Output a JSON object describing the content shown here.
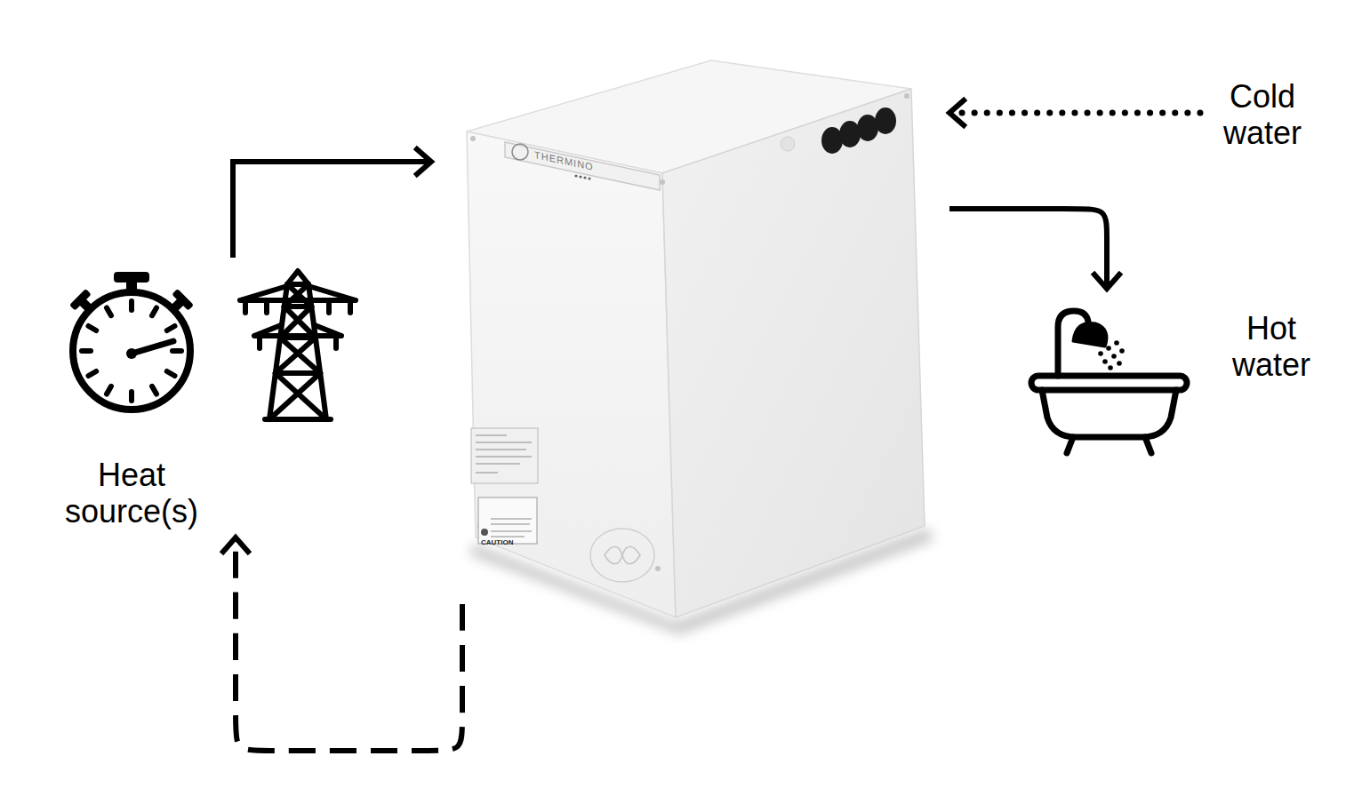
{
  "diagram": {
    "nodes": [
      {
        "text": [
          "Heat source(s)"
        ]
      },
      {
        "text": [
          "THERMINO",
          "CAUTION"
        ]
      },
      {
        "text": [
          "Cold water"
        ]
      },
      {
        "text": [
          "Hot water"
        ]
      }
    ],
    "edges": [
      {
        "from": 0,
        "to": 1,
        "arrow": "to"
      },
      {
        "from": 2,
        "to": 1,
        "arrow": "to"
      },
      {
        "from": 1,
        "to": 3,
        "arrow": "to"
      },
      {
        "from": 1,
        "to": 0,
        "arrow": "to"
      }
    ]
  }
}
